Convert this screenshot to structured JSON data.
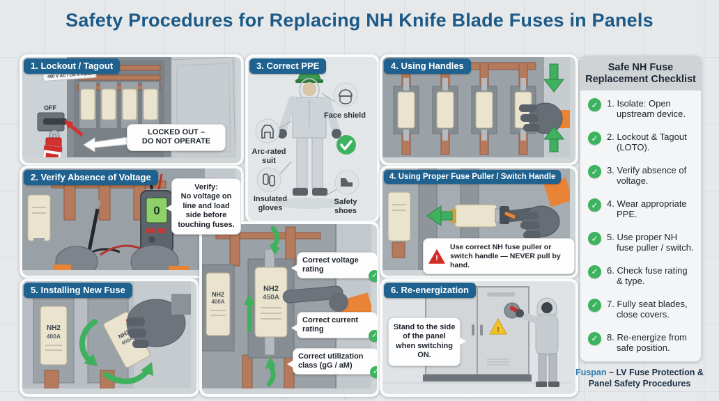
{
  "title": "Safety Procedures for Replacing NH Knife Blade Fuses in Panels",
  "icons": {
    "check": "✓",
    "exclaim": "!"
  },
  "colors": {
    "title_blue": "#1b5a88",
    "badge_blue": "#1f628f",
    "check_green": "#3db360",
    "warning_red": "#d42b26",
    "copper": "#b5795b"
  },
  "panels": {
    "lockout": {
      "header": "1. Lockout / Tagout",
      "panel_label": "400 V AC / OS 4 Panel",
      "switch_label": "OFF",
      "callout_line1": "LOCKED OUT –",
      "callout_line2": "DO NOT OPERATE"
    },
    "verify": {
      "header": "2. Verify Absence of Voltage",
      "bubble_title": "Verify:",
      "bubble_body": "No voltage on line and load side before touching fuses.",
      "meter_reading": "0"
    },
    "ppe": {
      "header": "3. Correct PPE",
      "face_shield": "Face shield",
      "arc_suit": "Arc-rated suit",
      "gloves": "Insulated gloves",
      "shoes": "Safety shoes"
    },
    "handles": {
      "header": "4. Using Handles"
    },
    "puller": {
      "header": "4. Using Proper Fuse Puller / Switch Handle",
      "warning": "Use correct NH fuse puller or switch handle — NEVER pull by hand."
    },
    "install": {
      "header": "5. Installing New Fuse",
      "fuse_type": "NH2",
      "fuse_amps": "400A"
    },
    "ratings": {
      "callout_voltage": "Correct voltage rating",
      "callout_current": "Correct current rating",
      "callout_class": "Correct utilization class (gG / aM)",
      "fuse_left_type": "NH2",
      "fuse_left_amps": "400A",
      "fuse_center_type": "NH2",
      "fuse_center_amps": "450A"
    },
    "reenergize": {
      "header": "6. Re-energization",
      "bubble": "Stand to the side of the panel when switching ON."
    }
  },
  "checklist": {
    "title": "Safe NH Fuse Replacement Checklist",
    "items": [
      "1. Isolate: Open upstream device.",
      "2. Lockout & Tagout (LOTO).",
      "3. Verify absence of voltage.",
      "4. Wear appropriate PPE.",
      "5. Use proper NH fuse puller / switch.",
      "6. Check fuse rating & type.",
      "7. Fully seat blades, close covers.",
      "8. Re-energize from safe position."
    ]
  },
  "footer": {
    "brand": "Fuspan",
    "rest": "– LV Fuse Protection & Panel Safety Procedures"
  }
}
